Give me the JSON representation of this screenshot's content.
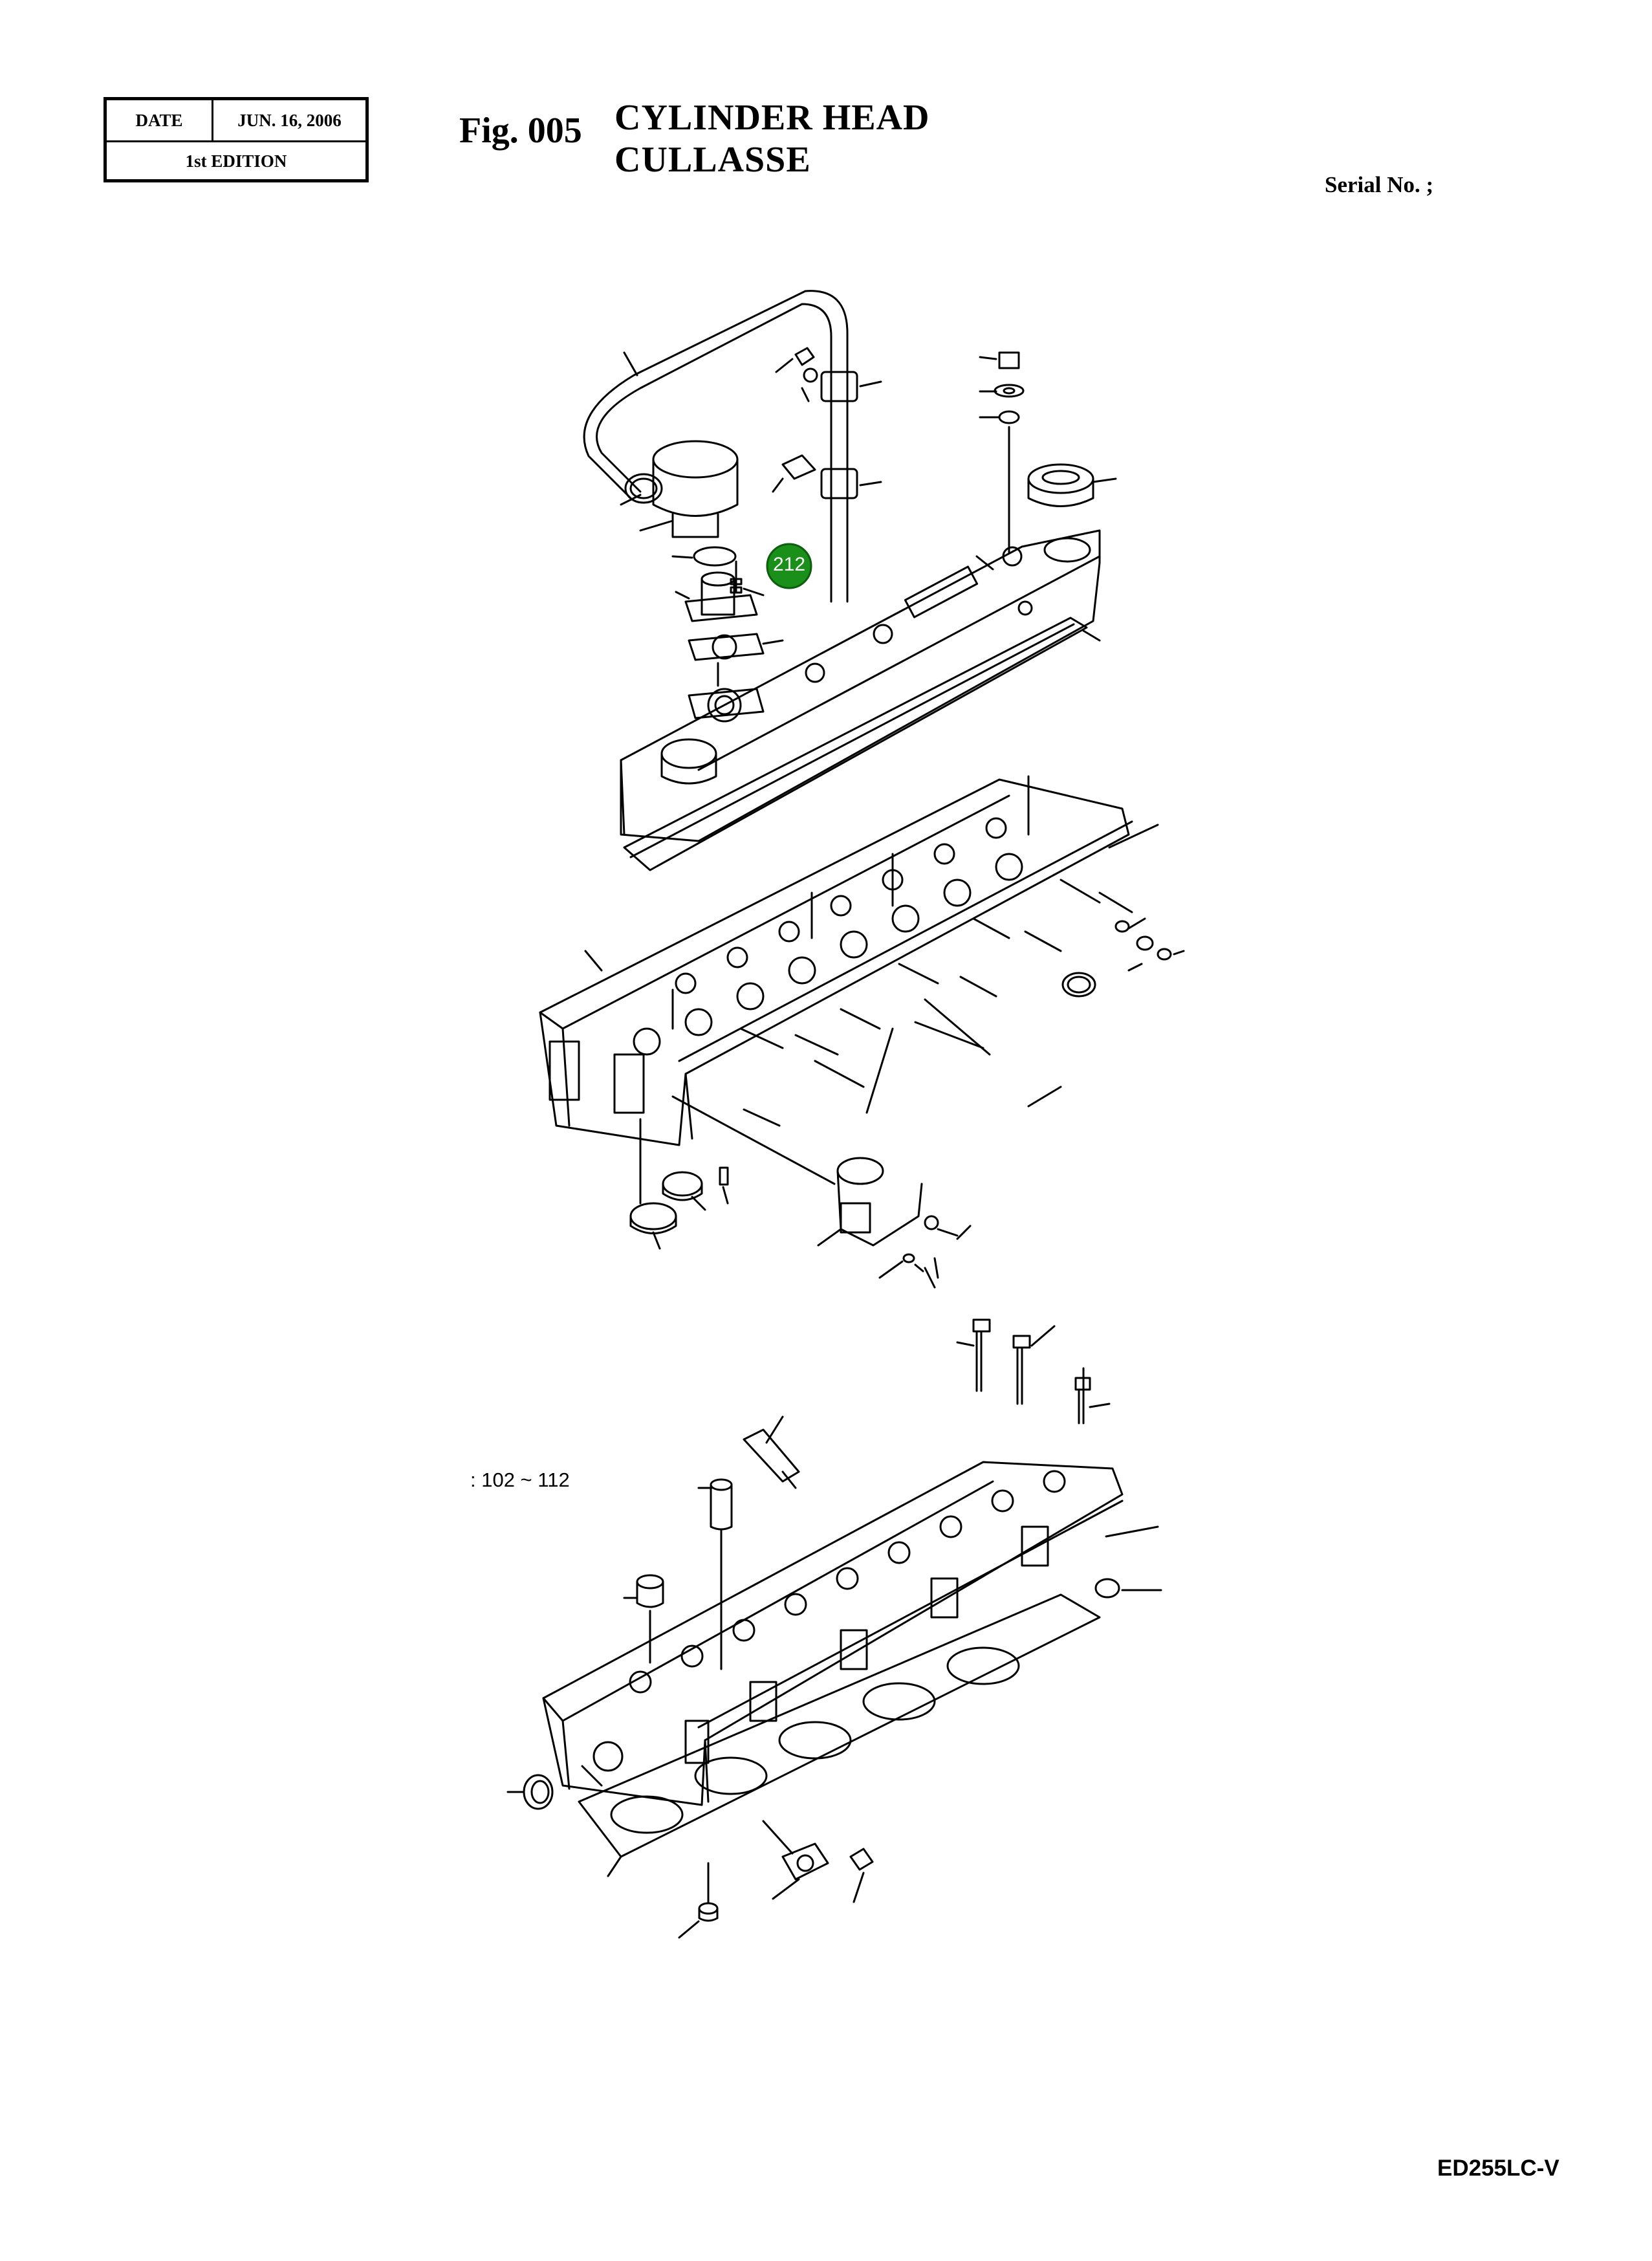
{
  "header": {
    "date_label": "DATE",
    "date_value": "JUN. 16, 2006",
    "edition": "1st EDITION",
    "fig_label": "Fig. 005",
    "title_en": "CYLINDER HEAD",
    "title_fr": "CULLASSE",
    "serial_label": "Serial No. ;"
  },
  "drawing": {
    "callout_number": "212",
    "callout_color": "#1a8f1a",
    "part_range_note": ": 102 ~ 112"
  },
  "footer": {
    "model": "ED255LC-V"
  }
}
